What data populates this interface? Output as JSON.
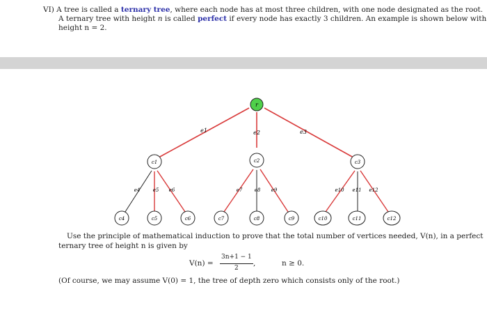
{
  "problem": {
    "number": "VI)",
    "line1_pre": "A tree is called a ",
    "term1": "ternary tree",
    "line1_post": ", where each node has at most three children, with one node designated as the root.",
    "line2_pre": "A ternary tree with height ",
    "line2_var": "n",
    "line2_mid": " is called ",
    "term2": "perfect",
    "line2_post": " if every node has exactly 3 children. An example is shown below with",
    "line3": "height n = 2."
  },
  "tree": {
    "root": "r",
    "edges_level1": [
      "e1",
      "e2",
      "e3"
    ],
    "level1": [
      "c1",
      "c2",
      "c3"
    ],
    "edges_level2": [
      "e4",
      "e5",
      "e6",
      "e7",
      "e8",
      "e9",
      "e10",
      "e11",
      "e12"
    ],
    "level2": [
      "c4",
      "c5",
      "c6",
      "c7",
      "c8",
      "c9",
      "c10",
      "c11",
      "c12"
    ],
    "colors": {
      "root_fill": "#4fd04a",
      "edge": "#d93a3a",
      "edge_alt": "#222222",
      "node_stroke": "#222222"
    }
  },
  "body": {
    "para1": "Use the principle of mathematical induction to prove that the total number of vertices needed, V(n), in a perfect",
    "para2": "ternary tree of height n is given by",
    "formula_lhs": "V(n) =",
    "formula_num": "3n+1 − 1",
    "formula_den": "2",
    "formula_comma": ",",
    "formula_cond": "n ≥ 0.",
    "note": "(Of course, we may assume V(0) = 1, the tree of depth zero which consists only of the root.)"
  }
}
